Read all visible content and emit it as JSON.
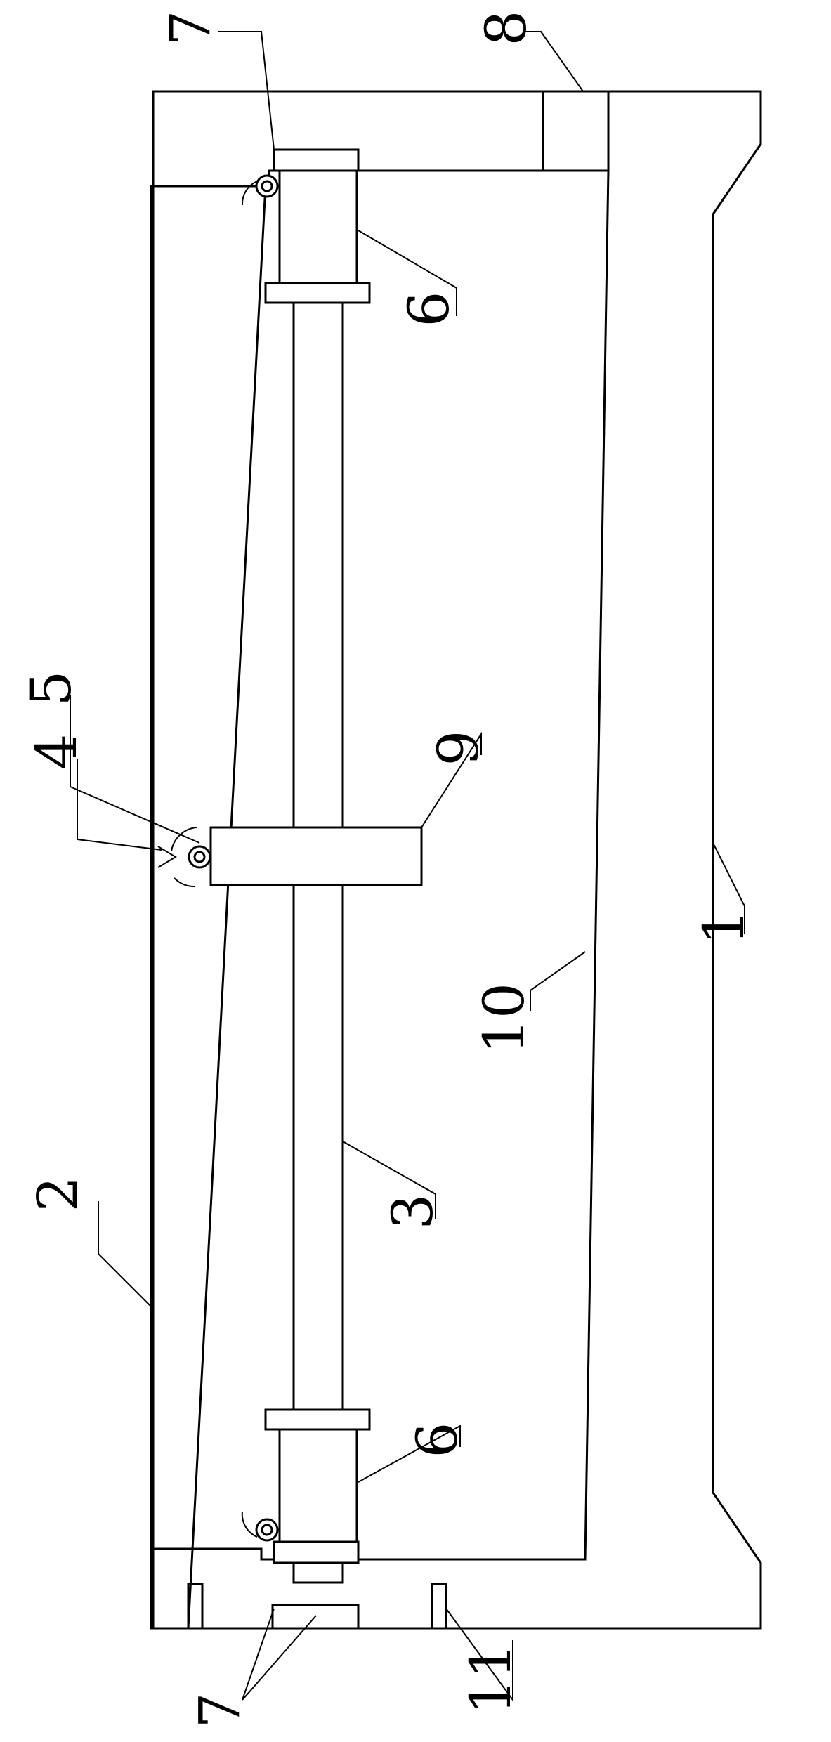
{
  "figure": {
    "labels": {
      "body": "1",
      "cover_plate": "2",
      "shaft": "3",
      "hinge_bracket": "4",
      "hinge_pin": "5",
      "sleeve": "6",
      "bearing": "7",
      "vent_hole": "8",
      "drive_block": "9",
      "cavity_wall": "10",
      "bolt": "11"
    }
  }
}
